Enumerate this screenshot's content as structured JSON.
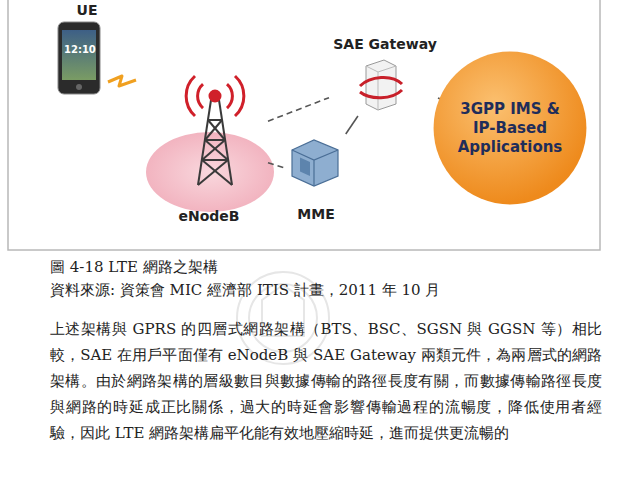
{
  "diagram": {
    "nodes": [
      {
        "text": [
          "UE"
        ]
      },
      {
        "text": [
          "eNodeB"
        ]
      },
      {
        "text": [
          "SAE Gateway"
        ]
      },
      {
        "text": [
          "MME"
        ]
      },
      {
        "text": [
          "3GPP IMS & IP-Based Applications"
        ]
      }
    ],
    "edges": [
      {
        "from": 1,
        "to": 2,
        "arrow": "none"
      },
      {
        "from": 1,
        "to": 3,
        "arrow": "none"
      },
      {
        "from": 3,
        "to": 2,
        "arrow": "none"
      },
      {
        "from": 2,
        "to": 4,
        "arrow": "none"
      }
    ],
    "labels": [
      "12:10",
      "圖 4-18 LTE  網路之架構",
      "資料來源: 資策會 MIC 經濟部 ITIS 計畫，2011 年 10 月",
      "上述架構與 GPRS 的四層式網路架構（BTS、BSC、SGSN 與 GGSN 等）相比較，SAE 在用戶平面僅有 eNodeB 與 SAE Gateway 兩類元件，為兩層式的網路架構。由於網路架構的層級數目與數據傳輸的路徑長度有關，而數據傳輸路徑長度與網路的時延成正比關係，過大的時延會影響傳輸過程的流暢度，降低使用者經驗，因此 LTE 網路架構扁平化能有效地壓縮時延，進而提供更流暢的"
    ]
  }
}
